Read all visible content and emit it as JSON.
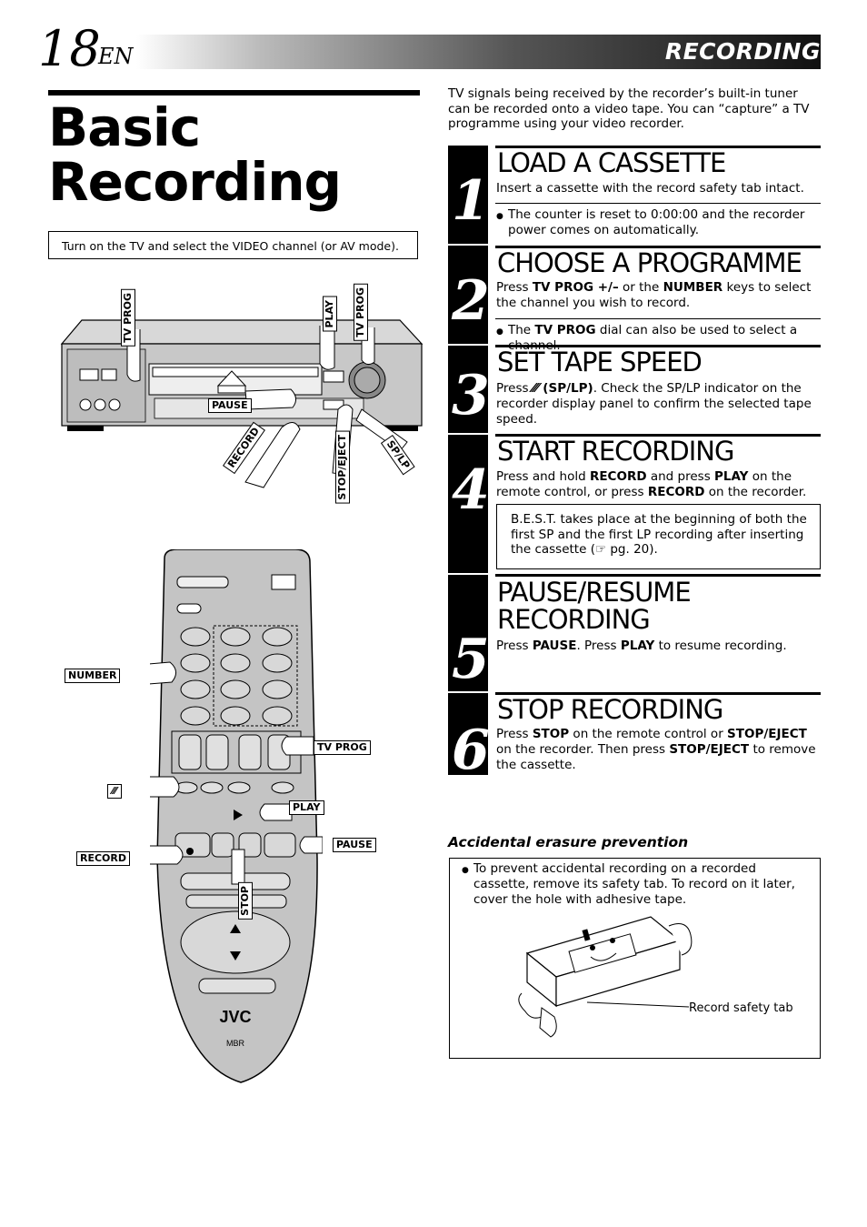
{
  "header": {
    "page_number": "18",
    "lang": "EN",
    "section": "RECORDING"
  },
  "title": {
    "line1": "Basic",
    "line2": "Recording"
  },
  "tv_note": "Turn on the TV and select the VIDEO channel (or AV mode).",
  "intro": "TV signals being received by the recorder’s built-in tuner can be recorded onto a video tape. You can “capture” a TV programme using your video recorder.",
  "vcr_labels": {
    "tv_prog_left": "TV PROG",
    "play": "PLAY",
    "tv_prog_right": "TV PROG",
    "pause": "PAUSE",
    "record": "RECORD",
    "stop_eject": "STOP/EJECT",
    "sp_lp": "SP/LP"
  },
  "remote_labels": {
    "number": "NUMBER",
    "tv_prog": "TV PROG",
    "play": "PLAY",
    "record": "RECORD",
    "pause": "PAUSE",
    "stop": "STOP",
    "brand": "JVC",
    "model": "MBR"
  },
  "steps": [
    {
      "num": "1",
      "heading": "LOAD A CASSETTE",
      "body": "Insert a cassette with the record safety tab intact.",
      "bullet": "The counter is reset to 0:00:00 and the recorder power comes on automatically."
    },
    {
      "num": "2",
      "heading": "CHOOSE A PROGRAMME",
      "body_pre": "Press ",
      "body_b1": "TV PROG +/–",
      "body_mid": " or the ",
      "body_b2": "NUMBER",
      "body_post": " keys to select the channel you wish to record.",
      "bullet_pre": "The ",
      "bullet_b": "TV PROG",
      "bullet_post": " dial can also be used to select a channel."
    },
    {
      "num": "3",
      "heading": "SET TAPE SPEED",
      "body_pre": "Press ",
      "body_b": "(SP/LP)",
      "body_post": ". Check the SP/LP indicator on the recorder display panel to confirm the selected tape speed."
    },
    {
      "num": "4",
      "heading": "START RECORDING",
      "body_pre": "Press and hold ",
      "body_b1": "RECORD",
      "body_mid1": " and press ",
      "body_b2": "PLAY",
      "body_mid2": " on the remote control, or press ",
      "body_b3": "RECORD",
      "body_post": " on the recorder.",
      "note": "B.E.S.T. takes place at the beginning of both the first SP and the first LP recording after inserting the cassette (☞ pg. 20)."
    },
    {
      "num": "5",
      "heading_l1": "PAUSE/RESUME",
      "heading_l2": "RECORDING",
      "body_pre": "Press ",
      "body_b1": "PAUSE",
      "body_mid": ". Press ",
      "body_b2": "PLAY",
      "body_post": " to resume recording."
    },
    {
      "num": "6",
      "heading": "STOP RECORDING",
      "body_pre": "Press ",
      "body_b1": "STOP",
      "body_mid1": " on the remote control or ",
      "body_b2": "STOP/EJECT",
      "body_mid2": " on the recorder. Then press ",
      "body_b3": "STOP/EJECT",
      "body_post": " to remove the cassette."
    }
  ],
  "accidental": {
    "title": "Accidental erasure prevention",
    "bullet": "To prevent accidental recording on a recorded cassette, remove its safety tab. To record on it later, cover the hole with adhesive tape.",
    "tab_label": "Record safety tab"
  }
}
